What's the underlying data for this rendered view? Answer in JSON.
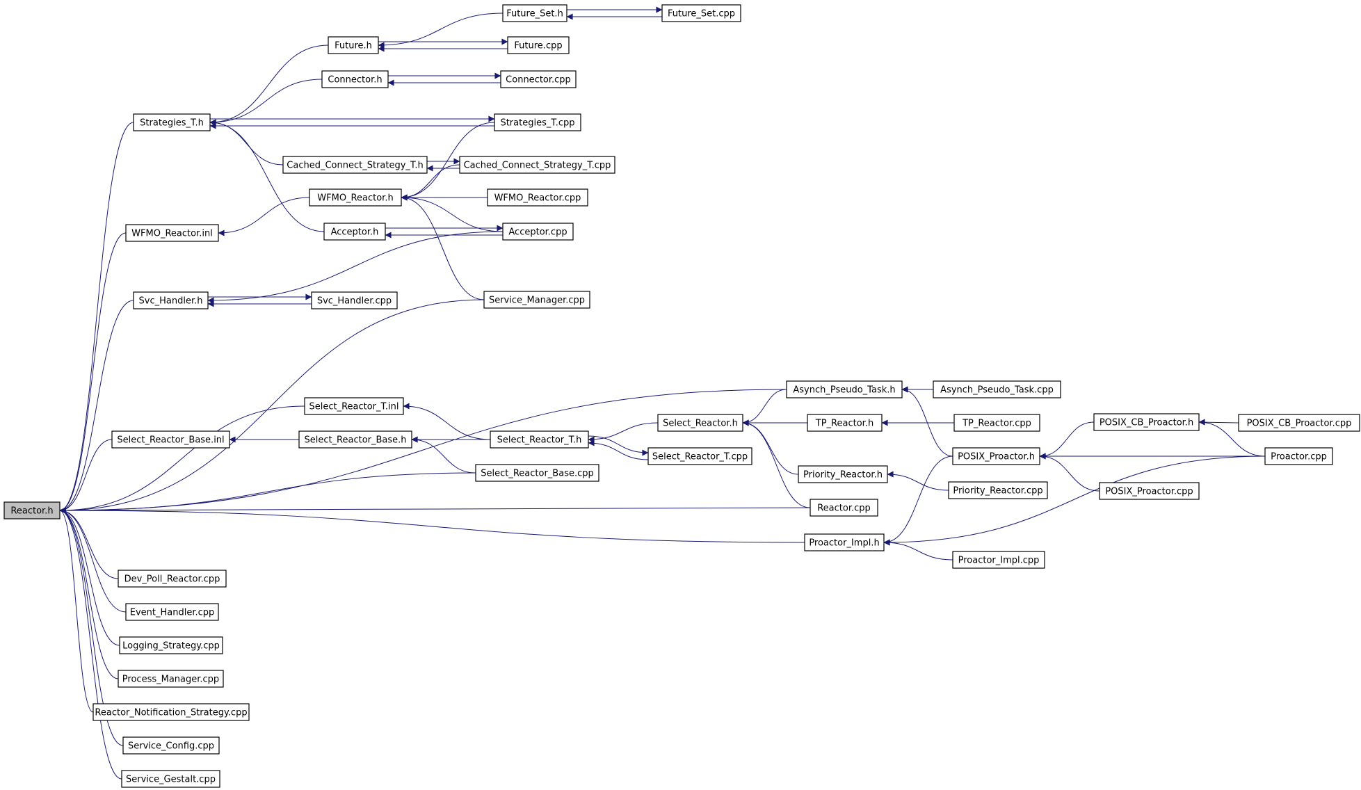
{
  "colors": {
    "edge": "#191970",
    "node_fill": "#ffffff",
    "root_fill": "#bfbfbf",
    "node_stroke": "#000000"
  },
  "nodes": [
    {
      "id": "reactor_h",
      "label": "Reactor.h",
      "root": true
    },
    {
      "id": "future_set_h",
      "label": "Future_Set.h"
    },
    {
      "id": "future_set_cpp",
      "label": "Future_Set.cpp"
    },
    {
      "id": "future_h",
      "label": "Future.h"
    },
    {
      "id": "future_cpp",
      "label": "Future.cpp"
    },
    {
      "id": "connector_h",
      "label": "Connector.h"
    },
    {
      "id": "connector_cpp",
      "label": "Connector.cpp"
    },
    {
      "id": "strategies_t_h",
      "label": "Strategies_T.h"
    },
    {
      "id": "strategies_t_cpp",
      "label": "Strategies_T.cpp"
    },
    {
      "id": "ccs_t_h",
      "label": "Cached_Connect_Strategy_T.h"
    },
    {
      "id": "ccs_t_cpp",
      "label": "Cached_Connect_Strategy_T.cpp"
    },
    {
      "id": "wfmo_reactor_h",
      "label": "WFMO_Reactor.h"
    },
    {
      "id": "wfmo_reactor_cpp",
      "label": "WFMO_Reactor.cpp"
    },
    {
      "id": "wfmo_reactor_inl",
      "label": "WFMO_Reactor.inl"
    },
    {
      "id": "acceptor_h",
      "label": "Acceptor.h"
    },
    {
      "id": "acceptor_cpp",
      "label": "Acceptor.cpp"
    },
    {
      "id": "svc_handler_h",
      "label": "Svc_Handler.h"
    },
    {
      "id": "svc_handler_cpp",
      "label": "Svc_Handler.cpp"
    },
    {
      "id": "service_manager_cpp",
      "label": "Service_Manager.cpp"
    },
    {
      "id": "asynch_pseudo_task_h",
      "label": "Asynch_Pseudo_Task.h"
    },
    {
      "id": "asynch_pseudo_task_cpp",
      "label": "Asynch_Pseudo_Task.cpp"
    },
    {
      "id": "select_reactor_t_inl",
      "label": "Select_Reactor_T.inl"
    },
    {
      "id": "select_reactor_h",
      "label": "Select_Reactor.h"
    },
    {
      "id": "tp_reactor_h",
      "label": "TP_Reactor.h"
    },
    {
      "id": "tp_reactor_cpp",
      "label": "TP_Reactor.cpp"
    },
    {
      "id": "posix_cb_proactor_h",
      "label": "POSIX_CB_Proactor.h"
    },
    {
      "id": "posix_cb_proactor_cpp",
      "label": "POSIX_CB_Proactor.cpp"
    },
    {
      "id": "select_reactor_base_inl",
      "label": "Select_Reactor_Base.inl"
    },
    {
      "id": "select_reactor_base_h",
      "label": "Select_Reactor_Base.h"
    },
    {
      "id": "select_reactor_t_h",
      "label": "Select_Reactor_T.h"
    },
    {
      "id": "select_reactor_t_cpp",
      "label": "Select_Reactor_T.cpp"
    },
    {
      "id": "posix_proactor_h",
      "label": "POSIX_Proactor.h"
    },
    {
      "id": "proactor_cpp",
      "label": "Proactor.cpp"
    },
    {
      "id": "priority_reactor_h",
      "label": "Priority_Reactor.h"
    },
    {
      "id": "select_reactor_base_cpp",
      "label": "Select_Reactor_Base.cpp"
    },
    {
      "id": "priority_reactor_cpp",
      "label": "Priority_Reactor.cpp"
    },
    {
      "id": "posix_proactor_cpp",
      "label": "POSIX_Proactor.cpp"
    },
    {
      "id": "reactor_cpp",
      "label": "Reactor.cpp"
    },
    {
      "id": "proactor_impl_h",
      "label": "Proactor_Impl.h"
    },
    {
      "id": "proactor_impl_cpp",
      "label": "Proactor_Impl.cpp"
    },
    {
      "id": "dev_poll_reactor_cpp",
      "label": "Dev_Poll_Reactor.cpp"
    },
    {
      "id": "event_handler_cpp",
      "label": "Event_Handler.cpp"
    },
    {
      "id": "logging_strategy_cpp",
      "label": "Logging_Strategy.cpp"
    },
    {
      "id": "process_manager_cpp",
      "label": "Process_Manager.cpp"
    },
    {
      "id": "reactor_notification_strategy_cpp",
      "label": "Reactor_Notification_Strategy.cpp"
    },
    {
      "id": "service_config_cpp",
      "label": "Service_Config.cpp"
    },
    {
      "id": "service_gestalt_cpp",
      "label": "Service_Gestalt.cpp"
    }
  ],
  "edges": [
    [
      "future_set_h",
      "future_set_cpp"
    ],
    [
      "future_set_cpp",
      "future_set_h"
    ],
    [
      "future_h",
      "future_set_h"
    ],
    [
      "future_h",
      "future_cpp"
    ],
    [
      "future_cpp",
      "future_h"
    ],
    [
      "connector_h",
      "connector_cpp"
    ],
    [
      "connector_cpp",
      "connector_h"
    ],
    [
      "strategies_t_h",
      "future_h"
    ],
    [
      "strategies_t_h",
      "connector_h"
    ],
    [
      "strategies_t_h",
      "strategies_t_cpp"
    ],
    [
      "strategies_t_cpp",
      "strategies_t_h"
    ],
    [
      "strategies_t_h",
      "ccs_t_h"
    ],
    [
      "strategies_t_h",
      "acceptor_h"
    ],
    [
      "ccs_t_h",
      "ccs_t_cpp"
    ],
    [
      "ccs_t_cpp",
      "ccs_t_h"
    ],
    [
      "wfmo_reactor_h",
      "strategies_t_cpp"
    ],
    [
      "wfmo_reactor_h",
      "ccs_t_cpp"
    ],
    [
      "wfmo_reactor_h",
      "wfmo_reactor_cpp"
    ],
    [
      "wfmo_reactor_h",
      "acceptor_cpp"
    ],
    [
      "wfmo_reactor_h",
      "service_manager_cpp"
    ],
    [
      "wfmo_reactor_inl",
      "wfmo_reactor_h"
    ],
    [
      "acceptor_h",
      "acceptor_cpp"
    ],
    [
      "acceptor_cpp",
      "acceptor_h"
    ],
    [
      "svc_handler_h",
      "acceptor_cpp"
    ],
    [
      "svc_handler_h",
      "svc_handler_cpp"
    ],
    [
      "svc_handler_cpp",
      "svc_handler_h"
    ],
    [
      "reactor_h",
      "strategies_t_h"
    ],
    [
      "reactor_h",
      "wfmo_reactor_inl"
    ],
    [
      "reactor_h",
      "svc_handler_h"
    ],
    [
      "reactor_h",
      "service_manager_cpp"
    ],
    [
      "reactor_h",
      "asynch_pseudo_task_h"
    ],
    [
      "reactor_h",
      "select_reactor_t_inl"
    ],
    [
      "reactor_h",
      "select_reactor_base_inl"
    ],
    [
      "reactor_h",
      "select_reactor_base_cpp"
    ],
    [
      "reactor_h",
      "reactor_cpp"
    ],
    [
      "reactor_h",
      "proactor_impl_h"
    ],
    [
      "reactor_h",
      "dev_poll_reactor_cpp"
    ],
    [
      "reactor_h",
      "event_handler_cpp"
    ],
    [
      "reactor_h",
      "logging_strategy_cpp"
    ],
    [
      "reactor_h",
      "process_manager_cpp"
    ],
    [
      "reactor_h",
      "reactor_notification_strategy_cpp"
    ],
    [
      "reactor_h",
      "service_config_cpp"
    ],
    [
      "reactor_h",
      "service_gestalt_cpp"
    ],
    [
      "asynch_pseudo_task_h",
      "asynch_pseudo_task_cpp"
    ],
    [
      "asynch_pseudo_task_h",
      "posix_proactor_h"
    ],
    [
      "select_reactor_base_inl",
      "select_reactor_base_h"
    ],
    [
      "select_reactor_base_h",
      "select_reactor_t_h"
    ],
    [
      "select_reactor_base_h",
      "select_reactor_base_cpp"
    ],
    [
      "select_reactor_t_inl",
      "select_reactor_t_h"
    ],
    [
      "select_reactor_t_h",
      "select_reactor_h"
    ],
    [
      "select_reactor_t_h",
      "select_reactor_t_cpp"
    ],
    [
      "select_reactor_t_cpp",
      "select_reactor_t_h"
    ],
    [
      "select_reactor_h",
      "asynch_pseudo_task_h"
    ],
    [
      "select_reactor_h",
      "tp_reactor_h"
    ],
    [
      "select_reactor_h",
      "priority_reactor_h"
    ],
    [
      "select_reactor_h",
      "reactor_cpp"
    ],
    [
      "tp_reactor_h",
      "tp_reactor_cpp"
    ],
    [
      "priority_reactor_h",
      "priority_reactor_cpp"
    ],
    [
      "posix_cb_proactor_h",
      "posix_cb_proactor_cpp"
    ],
    [
      "posix_cb_proactor_h",
      "proactor_cpp"
    ],
    [
      "posix_proactor_h",
      "posix_cb_proactor_h"
    ],
    [
      "posix_proactor_h",
      "proactor_cpp"
    ],
    [
      "posix_proactor_h",
      "posix_proactor_cpp"
    ],
    [
      "proactor_impl_h",
      "posix_proactor_h"
    ],
    [
      "proactor_impl_h",
      "proactor_cpp"
    ],
    [
      "proactor_impl_h",
      "proactor_impl_cpp"
    ]
  ]
}
